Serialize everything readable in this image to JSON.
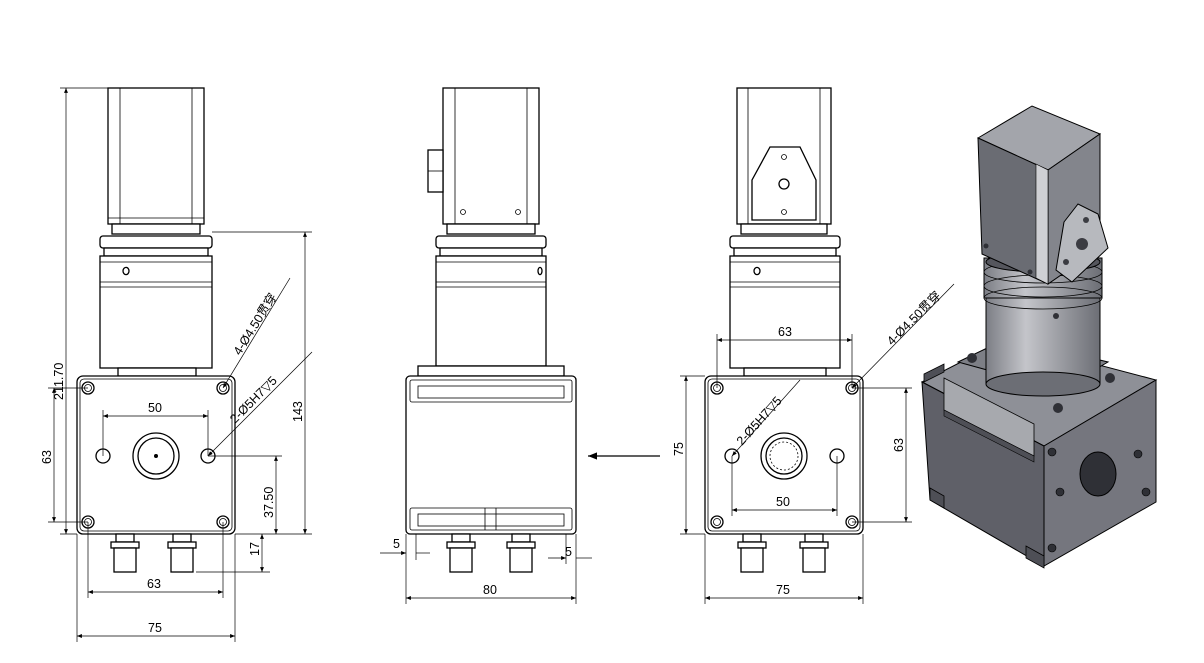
{
  "dimensions": {
    "front": {
      "overall_height": "211.70",
      "body_height": "143",
      "hole_spacing_vertical": "63",
      "port_offset": "37.50",
      "connector_offset": "17",
      "center_hole_spacing": "50",
      "hole_spacing_horizontal": "63",
      "width": "75",
      "through_holes": "4-Ø4.50贯穿",
      "pin_holes": "2-Ø5H7▽5"
    },
    "side": {
      "width": "80",
      "left_offset": "5",
      "right_offset": "5"
    },
    "back": {
      "top_hole_spacing": "63",
      "height": "75",
      "hole_spacing_vertical": "63",
      "center_hole_spacing": "50",
      "width": "75",
      "through_holes": "4-Ø4.50贯穿",
      "pin_holes": "2-Ø5H7▽5"
    }
  },
  "colors": {
    "line": "#000000",
    "iso_top": "#8e9097",
    "iso_front": "#5f6068",
    "iso_side": "#75767e",
    "iso_cylinder": "#9a9ca2"
  }
}
